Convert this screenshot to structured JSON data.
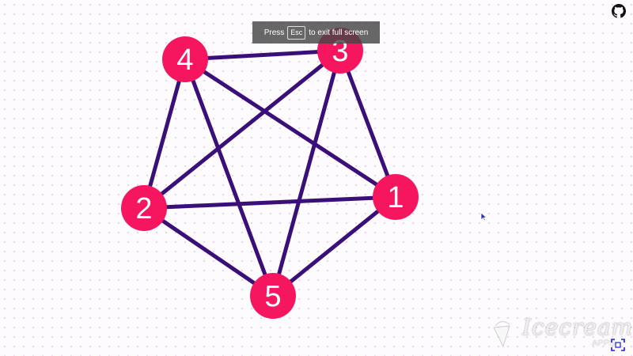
{
  "graph": {
    "nodes": [
      {
        "id": "1",
        "label": "1"
      },
      {
        "id": "2",
        "label": "2"
      },
      {
        "id": "3",
        "label": "3"
      },
      {
        "id": "4",
        "label": "4"
      },
      {
        "id": "5",
        "label": "5"
      }
    ],
    "edges": [
      [
        "1",
        "2"
      ],
      [
        "1",
        "3"
      ],
      [
        "1",
        "4"
      ],
      [
        "1",
        "5"
      ],
      [
        "2",
        "3"
      ],
      [
        "2",
        "4"
      ],
      [
        "2",
        "5"
      ],
      [
        "3",
        "4"
      ],
      [
        "3",
        "5"
      ],
      [
        "4",
        "5"
      ]
    ]
  },
  "fullscreen_banner": {
    "prefix": "Press",
    "key": "Esc",
    "suffix": "to exit full screen"
  },
  "watermark": {
    "brand": "Icecream",
    "sub": "APPS"
  },
  "icons": {
    "github": "github-icon",
    "fullscreen": "fullscreen-icon",
    "cursor": "mouse-cursor-icon"
  },
  "colors": {
    "node_fill": "#f5165f",
    "edge_stroke": "#3b0f7a",
    "node_label": "#ffffff",
    "background": "#fdfbfd"
  }
}
